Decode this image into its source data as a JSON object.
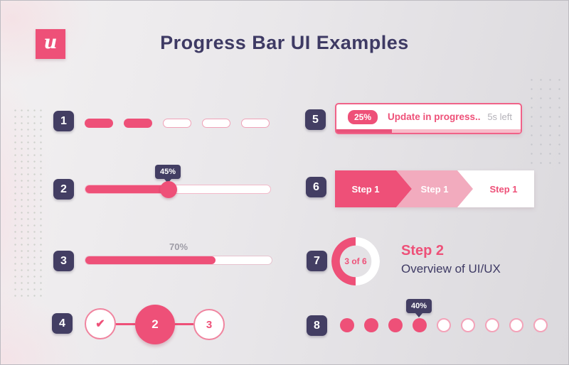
{
  "colors": {
    "pink": "#ee5078",
    "pink_light": "#f2abbe",
    "navy": "#433e63",
    "gray_text": "#a7a5ad"
  },
  "header": {
    "logo_letter": "u",
    "title": "Progress Bar UI Examples"
  },
  "examples": {
    "e1": {
      "number": "1",
      "segments": {
        "total": 5,
        "filled": 2
      }
    },
    "e2": {
      "number": "2",
      "tooltip": "45%",
      "fill_percent": 45
    },
    "e3": {
      "number": "3",
      "label": "70%",
      "fill_percent": 70
    },
    "e4": {
      "number": "4",
      "steps": [
        {
          "label": "✔",
          "state": "done"
        },
        {
          "label": "2",
          "state": "current"
        },
        {
          "label": "3",
          "state": "upcoming"
        }
      ]
    },
    "e5": {
      "number": "5",
      "badge": "25%",
      "message": "Update in progress..",
      "time_left": "5s left",
      "bar_percent": 30
    },
    "e6": {
      "number": "6",
      "steps": [
        "Step 1",
        "Step 1",
        "Step 1"
      ]
    },
    "e7": {
      "number": "7",
      "center_label": "3 of 6",
      "title": "Step 2",
      "subtitle": "Overview of UI/UX",
      "percent": 50
    },
    "e8": {
      "number": "8",
      "tooltip": "40%",
      "dots": {
        "total": 9,
        "filled": 4
      }
    }
  }
}
